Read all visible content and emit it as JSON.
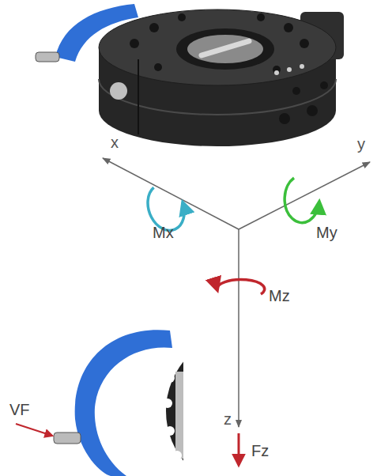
{
  "diagram": {
    "labels": [
      "x",
      "y",
      "Mx",
      "My",
      "Mz",
      "z",
      "Fz",
      "VF"
    ]
  }
}
